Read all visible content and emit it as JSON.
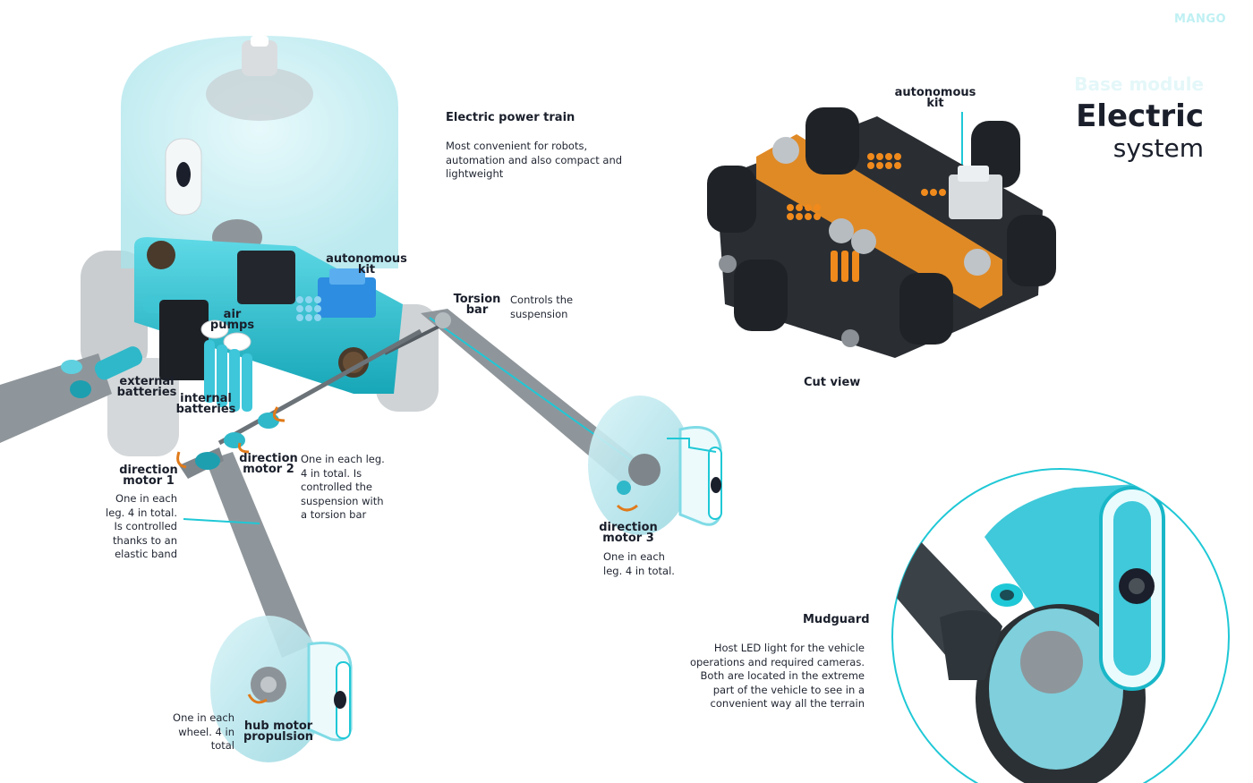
{
  "brand": "MANGO",
  "header": {
    "kicker": "Base module",
    "title": "Electric",
    "subtitle": "system"
  },
  "power_train": {
    "heading": "Electric power train",
    "text": "Most convenient for robots,\nautomation and also compact and\nlightweight"
  },
  "labels": {
    "autonomous_kit": "autonomous\nkit",
    "air_pumps": "air\npumps",
    "torsion_bar": "Torsion\nbar",
    "torsion_bar_desc": "Controls the\nsuspension",
    "external_batteries": "external\nbatteries",
    "internal_batteries": "internal\nbatteries",
    "direction_motor_1": "direction\nmotor 1",
    "direction_motor_1_desc": "One in each\nleg. 4 in total.\nIs controlled\nthanks to an\nelastic band",
    "direction_motor_2": "direction\nmotor 2",
    "direction_motor_2_desc": "One in each leg.\n4 in total. Is\ncontrolled the\nsuspension with\na torsion bar",
    "direction_motor_3": "direction\nmotor 3",
    "direction_motor_3_desc": "One in each\nleg. 4 in total.",
    "hub_motor": "hub motor\npropulsion",
    "hub_motor_desc": "One in each\nwheel. 4 in\ntotal",
    "cut_view_kit": "autonomous\nkit",
    "cut_view": "Cut view"
  },
  "mudguard": {
    "heading": "Mudguard",
    "text": "Host LED light for the vehicle\noperations and required cameras.\nBoth are located in the extreme\npart of the vehicle to see in a\nconvenient way all the terrain"
  },
  "colors": {
    "accent": "#1fc8d6",
    "orange": "#e07a1a",
    "dark": "#1a1f2b",
    "grey": "#9aa1a6"
  }
}
